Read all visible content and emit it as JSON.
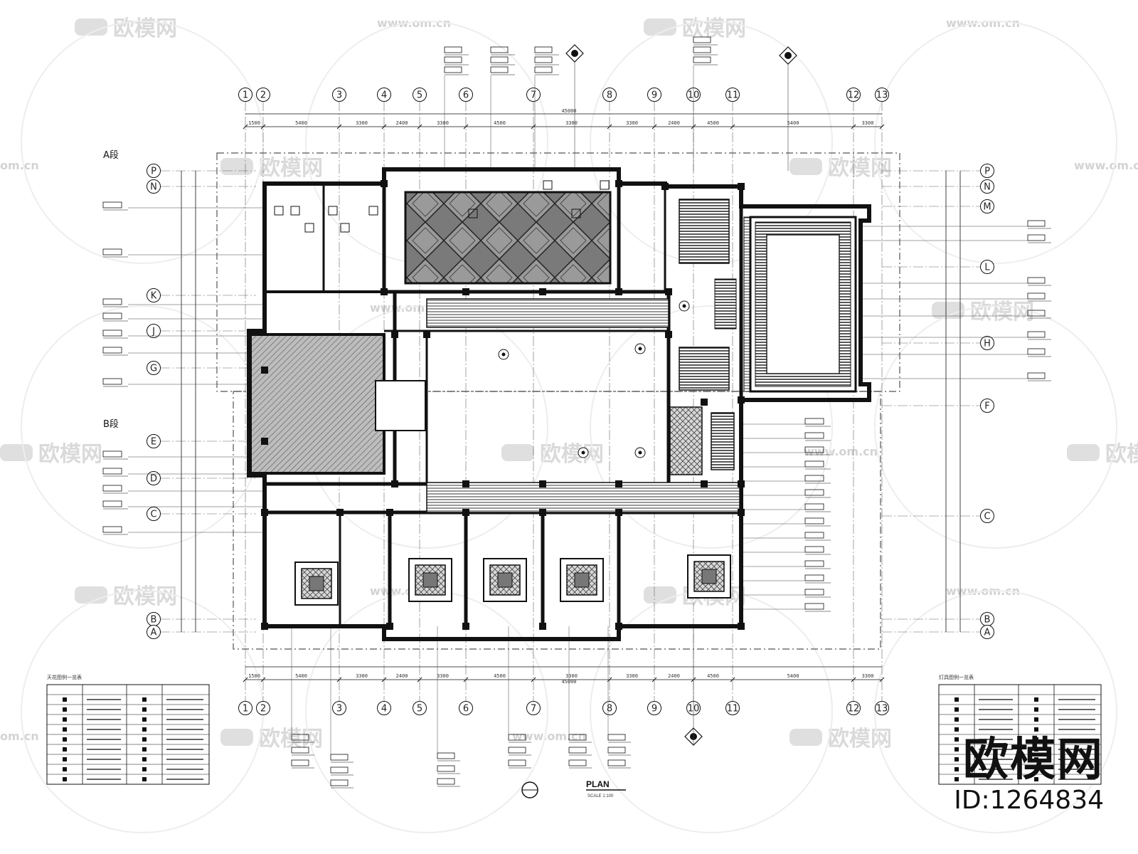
{
  "drawing": {
    "title": "PLAN",
    "scale": "SCALE 1:100",
    "section_marks": {
      "upper": "A段",
      "middle": "B段"
    },
    "column_axis": [
      "1",
      "2",
      "3",
      "4",
      "5",
      "6",
      "7",
      "8",
      "9",
      "10",
      "11",
      "12",
      "13"
    ],
    "row_axis": [
      "P",
      "N",
      "M",
      "L",
      "K",
      "J",
      "H",
      "G",
      "F",
      "E",
      "D",
      "C",
      "B",
      "A"
    ],
    "top_dimensions": [
      "1500",
      "5400",
      "3300",
      "2400",
      "3300",
      "4500",
      "3300",
      "3300",
      "2400",
      "4500",
      "5400",
      "3300"
    ],
    "overall_dimension": "45000",
    "legend_left_title": "天花图例一览表",
    "legend_right_title": "灯具图例一览表"
  },
  "watermark": {
    "brand_cn": "欧模网",
    "url": "www.om.cn",
    "url_short": "om.cn"
  },
  "brand": {
    "logo": "欧模网",
    "id": "ID:1264834"
  }
}
